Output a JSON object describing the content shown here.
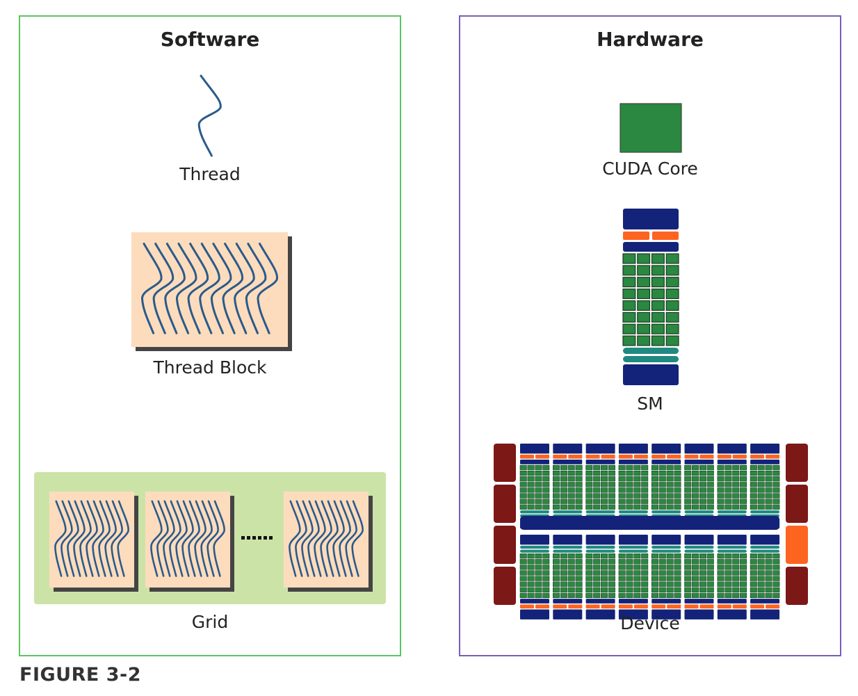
{
  "figure": {
    "caption": "FIGURE 3-2"
  },
  "software": {
    "title": "Software",
    "items": [
      {
        "label": "Thread",
        "icon": "thread-icon"
      },
      {
        "label": "Thread Block",
        "icon": "thread-block-icon",
        "threads": 11
      },
      {
        "label": "Grid",
        "icon": "grid-icon",
        "blocks_shown": 3,
        "ellipsis": "......"
      }
    ]
  },
  "hardware": {
    "title": "Hardware",
    "items": [
      {
        "label": "CUDA Core",
        "icon": "cuda-core-icon"
      },
      {
        "label": "SM",
        "icon": "sm-icon",
        "core_columns": 4,
        "core_rows": 8
      },
      {
        "label": "Device",
        "icon": "device-icon",
        "sm_per_row": 8,
        "sm_rows": 2,
        "memory_controllers_per_side": 4
      }
    ]
  },
  "colors": {
    "software_border": "#5cc466",
    "hardware_border": "#7b5cb8",
    "thread_line": "#2a5a8c",
    "block_fill": "#fcdcbc",
    "block_shadow": "#444444",
    "grid_fill": "#cce3a8",
    "core_green": "#2a8840",
    "navy": "#13237a",
    "orange": "#fd6420",
    "teal": "#218a80",
    "maroon": "#7c1816"
  }
}
